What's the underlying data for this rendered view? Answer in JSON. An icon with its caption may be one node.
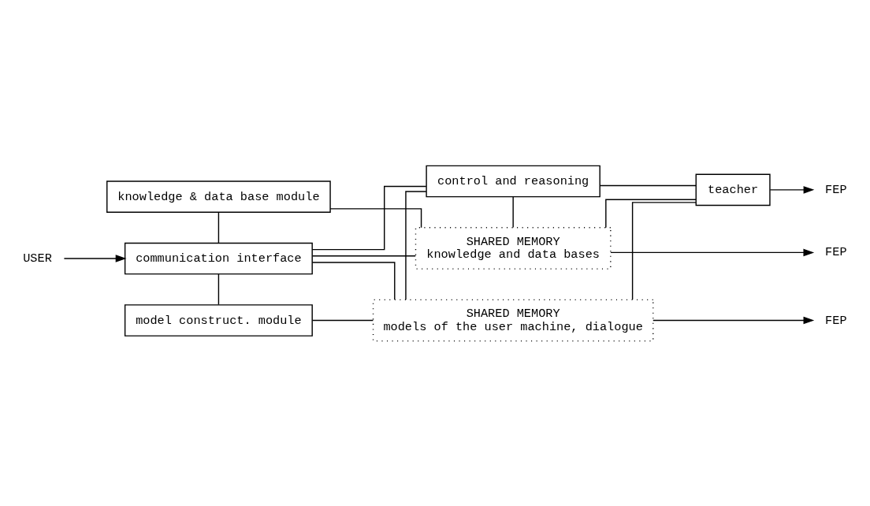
{
  "diagram": {
    "nodes": [
      {
        "text": [
          "knowledge & data base module"
        ]
      },
      {
        "text": [
          "SHARED MEMORY",
          "knowledge and data bases"
        ]
      },
      {
        "text": [
          "communication interface"
        ]
      },
      {
        "text": [
          "control and reasoning"
        ]
      },
      {
        "text": [
          "teacher"
        ]
      },
      {
        "text": [
          "SHARED MEMORY",
          "models of the user machine, dialogue"
        ]
      },
      {
        "text": [
          "model construct. module"
        ]
      },
      {
        "text": [
          "USER"
        ]
      },
      {
        "text": [
          "FEP"
        ]
      },
      {
        "text": [
          "FEP"
        ]
      },
      {
        "text": [
          "FEP"
        ]
      }
    ],
    "edges": [
      {
        "from": 0,
        "to": 1,
        "arrow": "none"
      },
      {
        "from": 0,
        "to": 2,
        "arrow": "none"
      },
      {
        "from": 2,
        "to": 1,
        "arrow": "none"
      },
      {
        "from": 3,
        "to": 1,
        "arrow": "none"
      },
      {
        "from": 4,
        "to": 1,
        "arrow": "none"
      },
      {
        "from": 1,
        "to": 8,
        "arrow": "to"
      },
      {
        "from": 7,
        "to": 2,
        "arrow": "to"
      },
      {
        "from": 2,
        "to": 3,
        "arrow": "none"
      },
      {
        "from": 3,
        "to": 4,
        "arrow": "none"
      },
      {
        "from": 4,
        "to": 9,
        "arrow": "to"
      },
      {
        "from": 2,
        "to": 5,
        "arrow": "none"
      },
      {
        "from": 3,
        "to": 5,
        "arrow": "none"
      },
      {
        "from": 4,
        "to": 5,
        "arrow": "none"
      },
      {
        "from": 2,
        "to": 6,
        "arrow": "none"
      },
      {
        "from": 6,
        "to": 5,
        "arrow": "none"
      },
      {
        "from": 5,
        "to": 10,
        "arrow": "to"
      }
    ]
  }
}
